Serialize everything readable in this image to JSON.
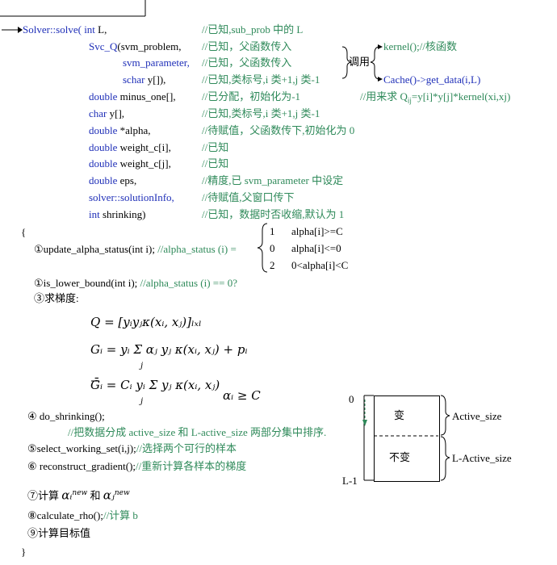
{
  "header": {
    "func_name": "Solver::solve(",
    "func_name_tail": "",
    "first_param_type": "int",
    "first_param_name": " L,",
    "first_param_comment": "//已知,sub_prob 中的 L"
  },
  "params": [
    {
      "type": "Svc_Q",
      "name": "(svm_problem,",
      "comment": "//已知，父函数传入"
    },
    {
      "type": "",
      "name": "svm_parameter,",
      "comment": "//已知，父函数传入"
    },
    {
      "type": "schar",
      "name": " y[]),",
      "comment": "//已知,类标号,i 类+1,j 类-1"
    },
    {
      "type": "double",
      "name": " minus_one[],",
      "comment": "//已分配，初始化为-1"
    },
    {
      "type": "char",
      "name": " y[],",
      "comment": "//已知,类标号,i 类+1,j 类-1"
    },
    {
      "type": "double",
      "name": " *alpha,",
      "comment": "//待赋值，父函数传下,初始化为 0"
    },
    {
      "type": "double",
      "name": " weight_c[i],",
      "comment": "//已知"
    },
    {
      "type": "double",
      "name": " weight_c[j],",
      "comment": "//已知"
    },
    {
      "type": "double",
      "name": " eps,",
      "comment": "//精度,已 svm_parameter 中设定"
    },
    {
      "type": "solver::solutionInfo,",
      "name": "",
      "comment": "//待赋值,父窗口传下"
    },
    {
      "type": "int",
      "name": " shrinking)",
      "comment": "//已知，数据时否收缩,默认为 1"
    }
  ],
  "call_note": {
    "label": "调用",
    "kernel": "kernel();//核函数",
    "cache": "Cache()->get_data(i,L)",
    "qij_prefix": "//用来求 Q",
    "qij_sub": "ij",
    "qij_suffix": "=y[i]*y[j]*kernel(xi,xj)"
  },
  "body": {
    "open_brace": "{",
    "close_brace": "}",
    "step1_prefix": "①update_alpha_status(int i); ",
    "step1_comment": "//alpha_status (i) =",
    "cases": [
      {
        "value": "1",
        "cond": "alpha[i]>=C"
      },
      {
        "value": "0",
        "cond": "alpha[i]<=0"
      },
      {
        "value": "2",
        "cond": "0<alpha[i]<C"
      }
    ],
    "step2_prefix": "①is_lower_bound(int i); ",
    "step2_comment": "//alpha_status (i) == 0?",
    "step3": "③求梯度:",
    "step4": "④ do_shrinking();",
    "step4_comment": "//把数据分成 active_size 和 L-active_size 两部分集中排序.",
    "step5_prefix": "⑤select_working_set(i,j);",
    "step5_comment": "//选择两个可行的样本",
    "step6_prefix": "⑥ reconstruct_gradient();",
    "step6_comment": "//重新计算各样本的梯度",
    "step7_prefix": "⑦计算",
    "step7_and": "和",
    "step8_prefix": "⑧calculate_rho();",
    "step8_comment": "//计算 b",
    "step9": "⑨计算目标值"
  },
  "formulas": {
    "q": "Q = [yᵢyⱼκ(xᵢ, xⱼ)]ₗₓₗ",
    "g": "Gᵢ = yᵢ Σ αⱼ yⱼ κ(xᵢ, xⱼ) + pᵢ",
    "gbar": "Ḡᵢ = Cᵢ yᵢ Σ yⱼ κ(xᵢ, xⱼ)",
    "sum_sub": "j",
    "alpha_cond": "αᵢ ≥ C",
    "alpha_i_new": "αᵢ",
    "alpha_j_new": "αⱼ",
    "new_sup": "new"
  },
  "diagram": {
    "top_label": "0",
    "bottom_label": "L-1",
    "top_cell": "变",
    "bottom_cell": "不变",
    "active_size": "Active_size",
    "l_active_size": "L-Active_size"
  }
}
